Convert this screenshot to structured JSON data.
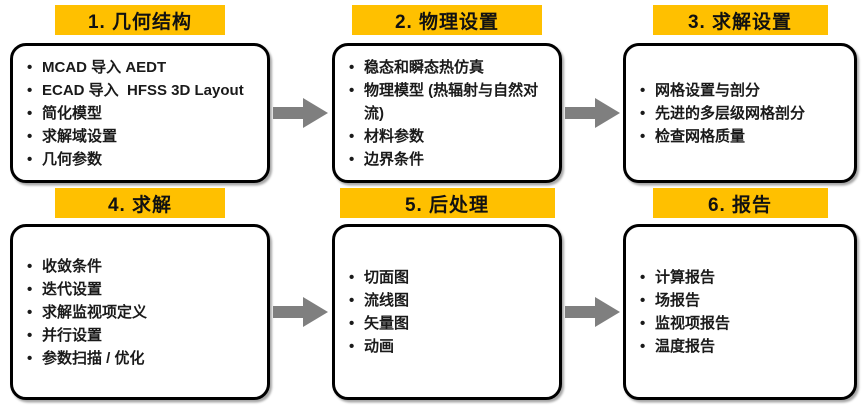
{
  "colors": {
    "header_bg": "#FFC000",
    "header_text": "#111111",
    "box_border": "#000000",
    "box_bg": "#FFFFFF",
    "arrow": "#7F7F7F",
    "bullet_text": "#1A1A1A"
  },
  "steps": [
    {
      "title": "1. 几何结构",
      "items": [
        "MCAD 导入 AEDT",
        "ECAD 导入  HFSS 3D Layout",
        "简化模型",
        "求解域设置",
        "几何参数"
      ]
    },
    {
      "title": "2. 物理设置",
      "items": [
        "稳态和瞬态热仿真",
        "物理模型 (热辐射与自然对流)",
        "材料参数",
        "边界条件"
      ]
    },
    {
      "title": "3. 求解设置",
      "items": [
        "网格设置与剖分",
        "先进的多层级网格剖分",
        "检查网格质量"
      ]
    },
    {
      "title": "4. 求解",
      "items": [
        "收敛条件",
        "迭代设置",
        "求解监视项定义",
        "并行设置",
        "参数扫描 / 优化"
      ]
    },
    {
      "title": "5. 后处理",
      "items": [
        "切面图",
        "流线图",
        "矢量图",
        "动画"
      ]
    },
    {
      "title": "6. 报告",
      "items": [
        "计算报告",
        "场报告",
        "监视项报告",
        "温度报告"
      ]
    }
  ]
}
